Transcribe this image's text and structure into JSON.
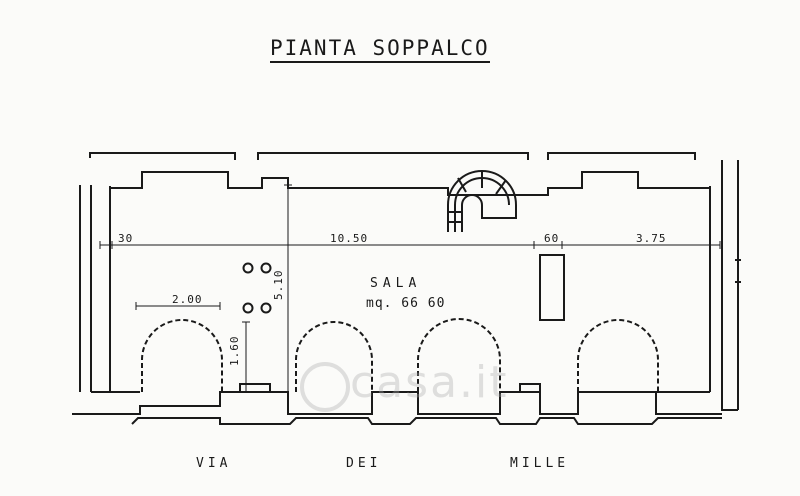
{
  "title": "PIANTA SOPPALCO",
  "room": {
    "name": "SALA",
    "area": "mq. 66 60"
  },
  "street": [
    "VIA",
    "DEI",
    "MILLE"
  ],
  "dimensions": {
    "d30": "30",
    "d1050": "10.50",
    "d60": "60",
    "d375": "3.75",
    "d200": "2.00",
    "d510": "5.10",
    "d160": "1.60"
  },
  "watermark": "casa.it",
  "colors": {
    "ink": "#1a1a1a",
    "paper": "#fbfbf9",
    "watermark": "#aaaaaa"
  }
}
